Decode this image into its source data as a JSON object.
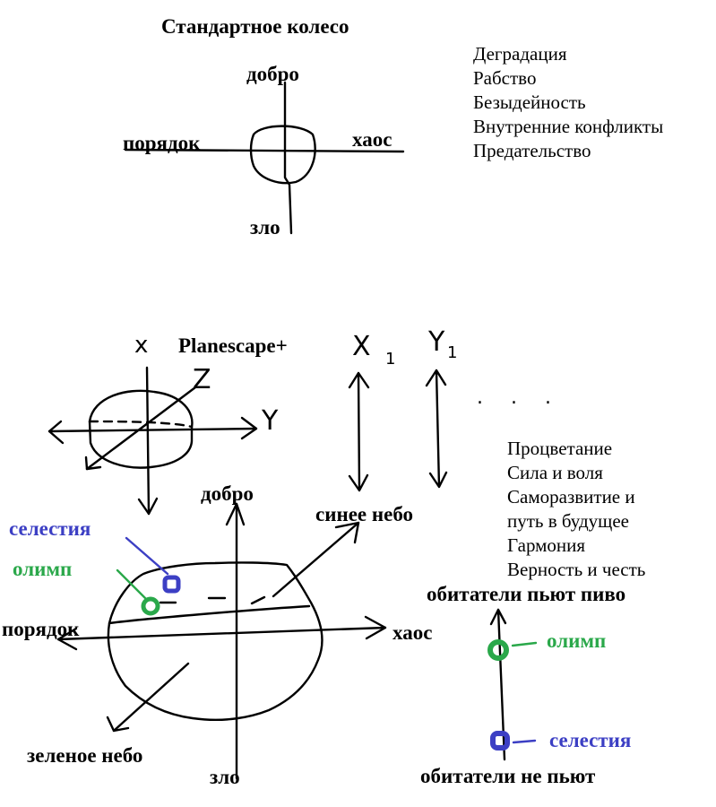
{
  "top": {
    "title": "Стандартное колесо",
    "axes": {
      "good": "добро",
      "evil": "зло",
      "order": "порядок",
      "chaos": "хаос"
    },
    "traits": [
      "Деградация",
      "Рабство",
      "Безыдейность",
      "Внутренние конфликты",
      "Предательство"
    ]
  },
  "small_axes": {
    "x": "x",
    "y": "Y",
    "z": "Z"
  },
  "bottom": {
    "title": "Planescape+",
    "dimensions": {
      "x1": "X",
      "x1_index": "1",
      "y1": "Y",
      "y1_index": "1",
      "ellipsis": ". . ."
    },
    "traits": [
      "Процветание",
      "Сила и воля",
      "Саморазвитие и",
      "путь в будущее",
      "Гармония",
      "Верность и честь"
    ],
    "axes": {
      "good": "добро",
      "evil": "зло",
      "order": "порядок",
      "chaos": "хаос",
      "blue_sky": "синее небо",
      "green_sky": "зеленое небо"
    },
    "points": {
      "celestia": "селестия",
      "olympus": "олимп"
    },
    "scale": {
      "top": "обитатели пьют пиво",
      "bottom": "обитатели не пьют",
      "olympus": "олимп",
      "celestia": "селестия"
    },
    "colors": {
      "celestia": "#3c3fc4",
      "olympus": "#2aa84a"
    }
  }
}
